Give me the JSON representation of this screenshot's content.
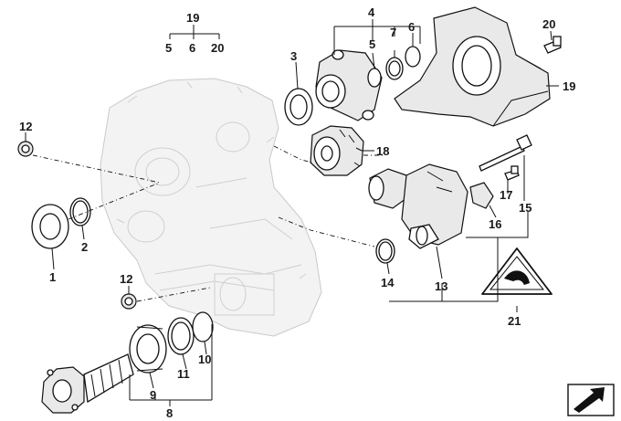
{
  "diagram": {
    "callouts": {
      "c1": "1",
      "c2": "2",
      "c3": "3",
      "c4": "4",
      "c5a": "5",
      "c5b": "5",
      "c6a": "6",
      "c6b": "6",
      "c7": "7",
      "c8": "8",
      "c9": "9",
      "c10": "10",
      "c11": "11",
      "c12a": "12",
      "c12b": "12",
      "c13": "13",
      "c14": "14",
      "c15": "15",
      "c16": "16",
      "c17": "17",
      "c18": "18",
      "c19a": "19",
      "c19b": "19",
      "c20a": "20",
      "c20b": "20",
      "c21": "21"
    },
    "icons": [
      "transfer-case-housing-ghost",
      "warning-triangle-icon",
      "navigation-arrow-icon"
    ]
  }
}
